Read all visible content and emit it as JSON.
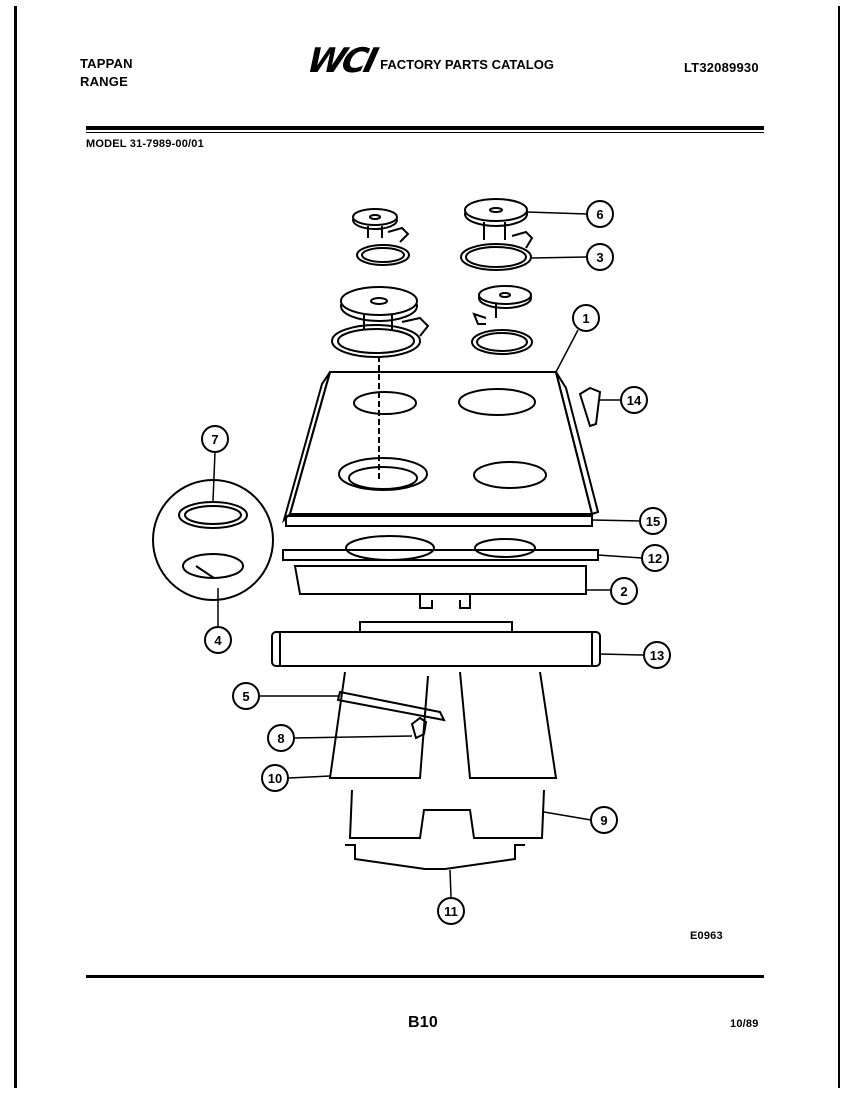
{
  "header": {
    "brand": "TAPPAN",
    "product": "RANGE",
    "logo": "WCI",
    "catalog_title": "FACTORY PARTS CATALOG",
    "catalog_number": "LT32089930"
  },
  "model_line": "MODEL 31-7989-00/01",
  "figure_code": "E0963",
  "page_code": "B10",
  "date_code": "10/89",
  "callouts": [
    "1",
    "2",
    "3",
    "4",
    "5",
    "6",
    "7",
    "8",
    "9",
    "10",
    "11",
    "12",
    "13",
    "14",
    "15"
  ]
}
